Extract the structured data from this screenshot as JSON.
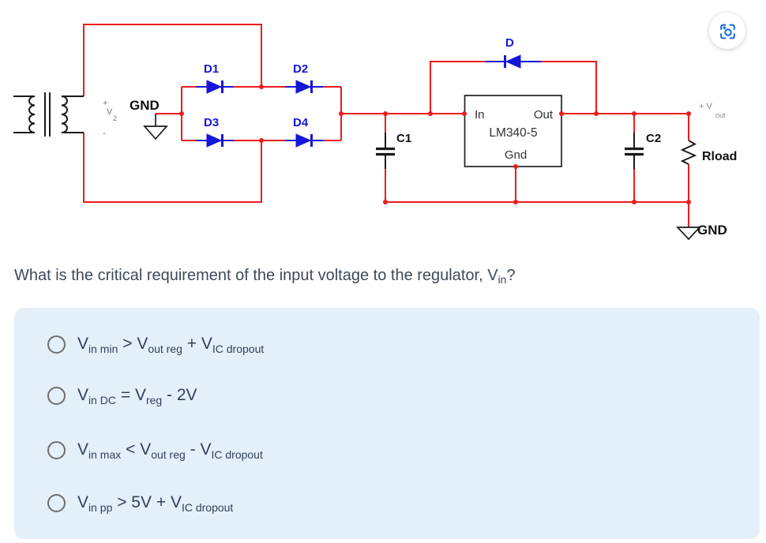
{
  "toolbar": {
    "screenshot_button": {
      "icon": "screenshot-region-icon",
      "color": "#1a6fdc"
    }
  },
  "circuit": {
    "colors": {
      "wire": "#ed1c1c",
      "component": "#1616d9",
      "outline": "#1a1a1a"
    },
    "labels": {
      "d1": "D1",
      "d2": "D2",
      "d3": "D3",
      "d4": "D4",
      "d": "D",
      "gnd_left": "GND",
      "gnd_right": "GND",
      "c1": "C1",
      "c2": "C2",
      "rload": "Rload",
      "regulator": {
        "part": "LM340-5",
        "pin_in": "In",
        "pin_out": "Out",
        "pin_gnd": "Gnd"
      },
      "v2": {
        "plus": "+",
        "v": "V",
        "sub": "2",
        "minus": "-"
      },
      "vout": {
        "prefix": "+ V",
        "sub": "out"
      }
    }
  },
  "question": {
    "parts": [
      {
        "t": "What is the critical requirement of the input voltage to the regulator, V"
      },
      {
        "t": "in",
        "sub": true
      },
      {
        "t": "?"
      }
    ]
  },
  "options": [
    {
      "parts": [
        {
          "t": "V"
        },
        {
          "t": "in min",
          "sub": true
        },
        {
          "t": " > "
        },
        {
          "t": "V"
        },
        {
          "t": "out reg",
          "sub": true
        },
        {
          "t": " + "
        },
        {
          "t": "V"
        },
        {
          "t": "IC dropout",
          "sub": true
        }
      ]
    },
    {
      "parts": [
        {
          "t": "V"
        },
        {
          "t": "in DC",
          "sub": true
        },
        {
          "t": " = "
        },
        {
          "t": "V"
        },
        {
          "t": "reg",
          "sub": true
        },
        {
          "t": " - 2V"
        }
      ]
    },
    {
      "parts": [
        {
          "t": "V"
        },
        {
          "t": "in max",
          "sub": true
        },
        {
          "t": " < "
        },
        {
          "t": "V"
        },
        {
          "t": "out reg",
          "sub": true
        },
        {
          "t": " - "
        },
        {
          "t": "V"
        },
        {
          "t": "IC dropout",
          "sub": true
        }
      ]
    },
    {
      "parts": [
        {
          "t": "V"
        },
        {
          "t": "in pp",
          "sub": true
        },
        {
          "t": " > 5V + "
        },
        {
          "t": "V"
        },
        {
          "t": "IC dropout",
          "sub": true
        }
      ]
    }
  ],
  "options_panel": {
    "background": "#e3f0fa"
  }
}
